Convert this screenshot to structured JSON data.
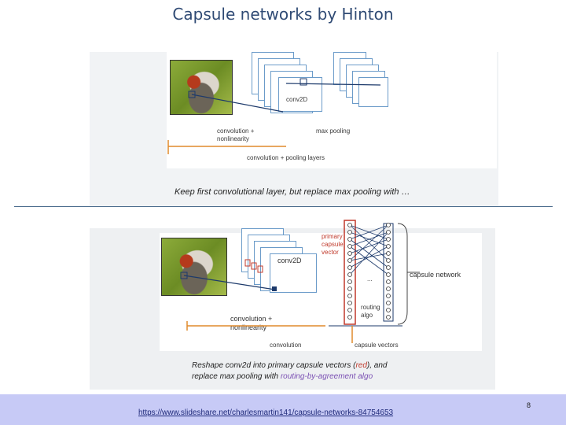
{
  "slide": {
    "title": "Capsule networks by Hinton",
    "page_number": "8",
    "link": "https://www.slideshare.net/charlesmartin141/capsule-networks-84754653"
  },
  "figure_top": {
    "label_conv2d": "conv2D",
    "label_conv_nonlin_1": "convolution +",
    "label_conv_nonlin_2": "nonlinearity",
    "label_max_pooling": "max pooling",
    "label_layers": "convolution + pooling layers",
    "caption": "Keep first convolutional layer, but replace max pooling with …"
  },
  "figure_bottom": {
    "label_conv2d": "conv2D",
    "label_primary_1": "primary",
    "label_primary_2": "capsule",
    "label_primary_3": "vector",
    "label_routing_1": "routing",
    "label_routing_2": "algo",
    "label_ellipsis": "...",
    "label_capsule_network": "capsule network",
    "label_conv_nonlin_1": "convolution +",
    "label_conv_nonlin_2": "nonlinearity",
    "label_convolution": "convolution",
    "label_capsule_vectors": "capsule vectors",
    "caption_line1_a": "Reshape conv2d into primary capsule vectors (",
    "caption_line1_red": "red",
    "caption_line1_b": "), and",
    "caption_line2_a": "replace max pooling with ",
    "caption_line2_purple": "routing-by-agreement algo"
  }
}
